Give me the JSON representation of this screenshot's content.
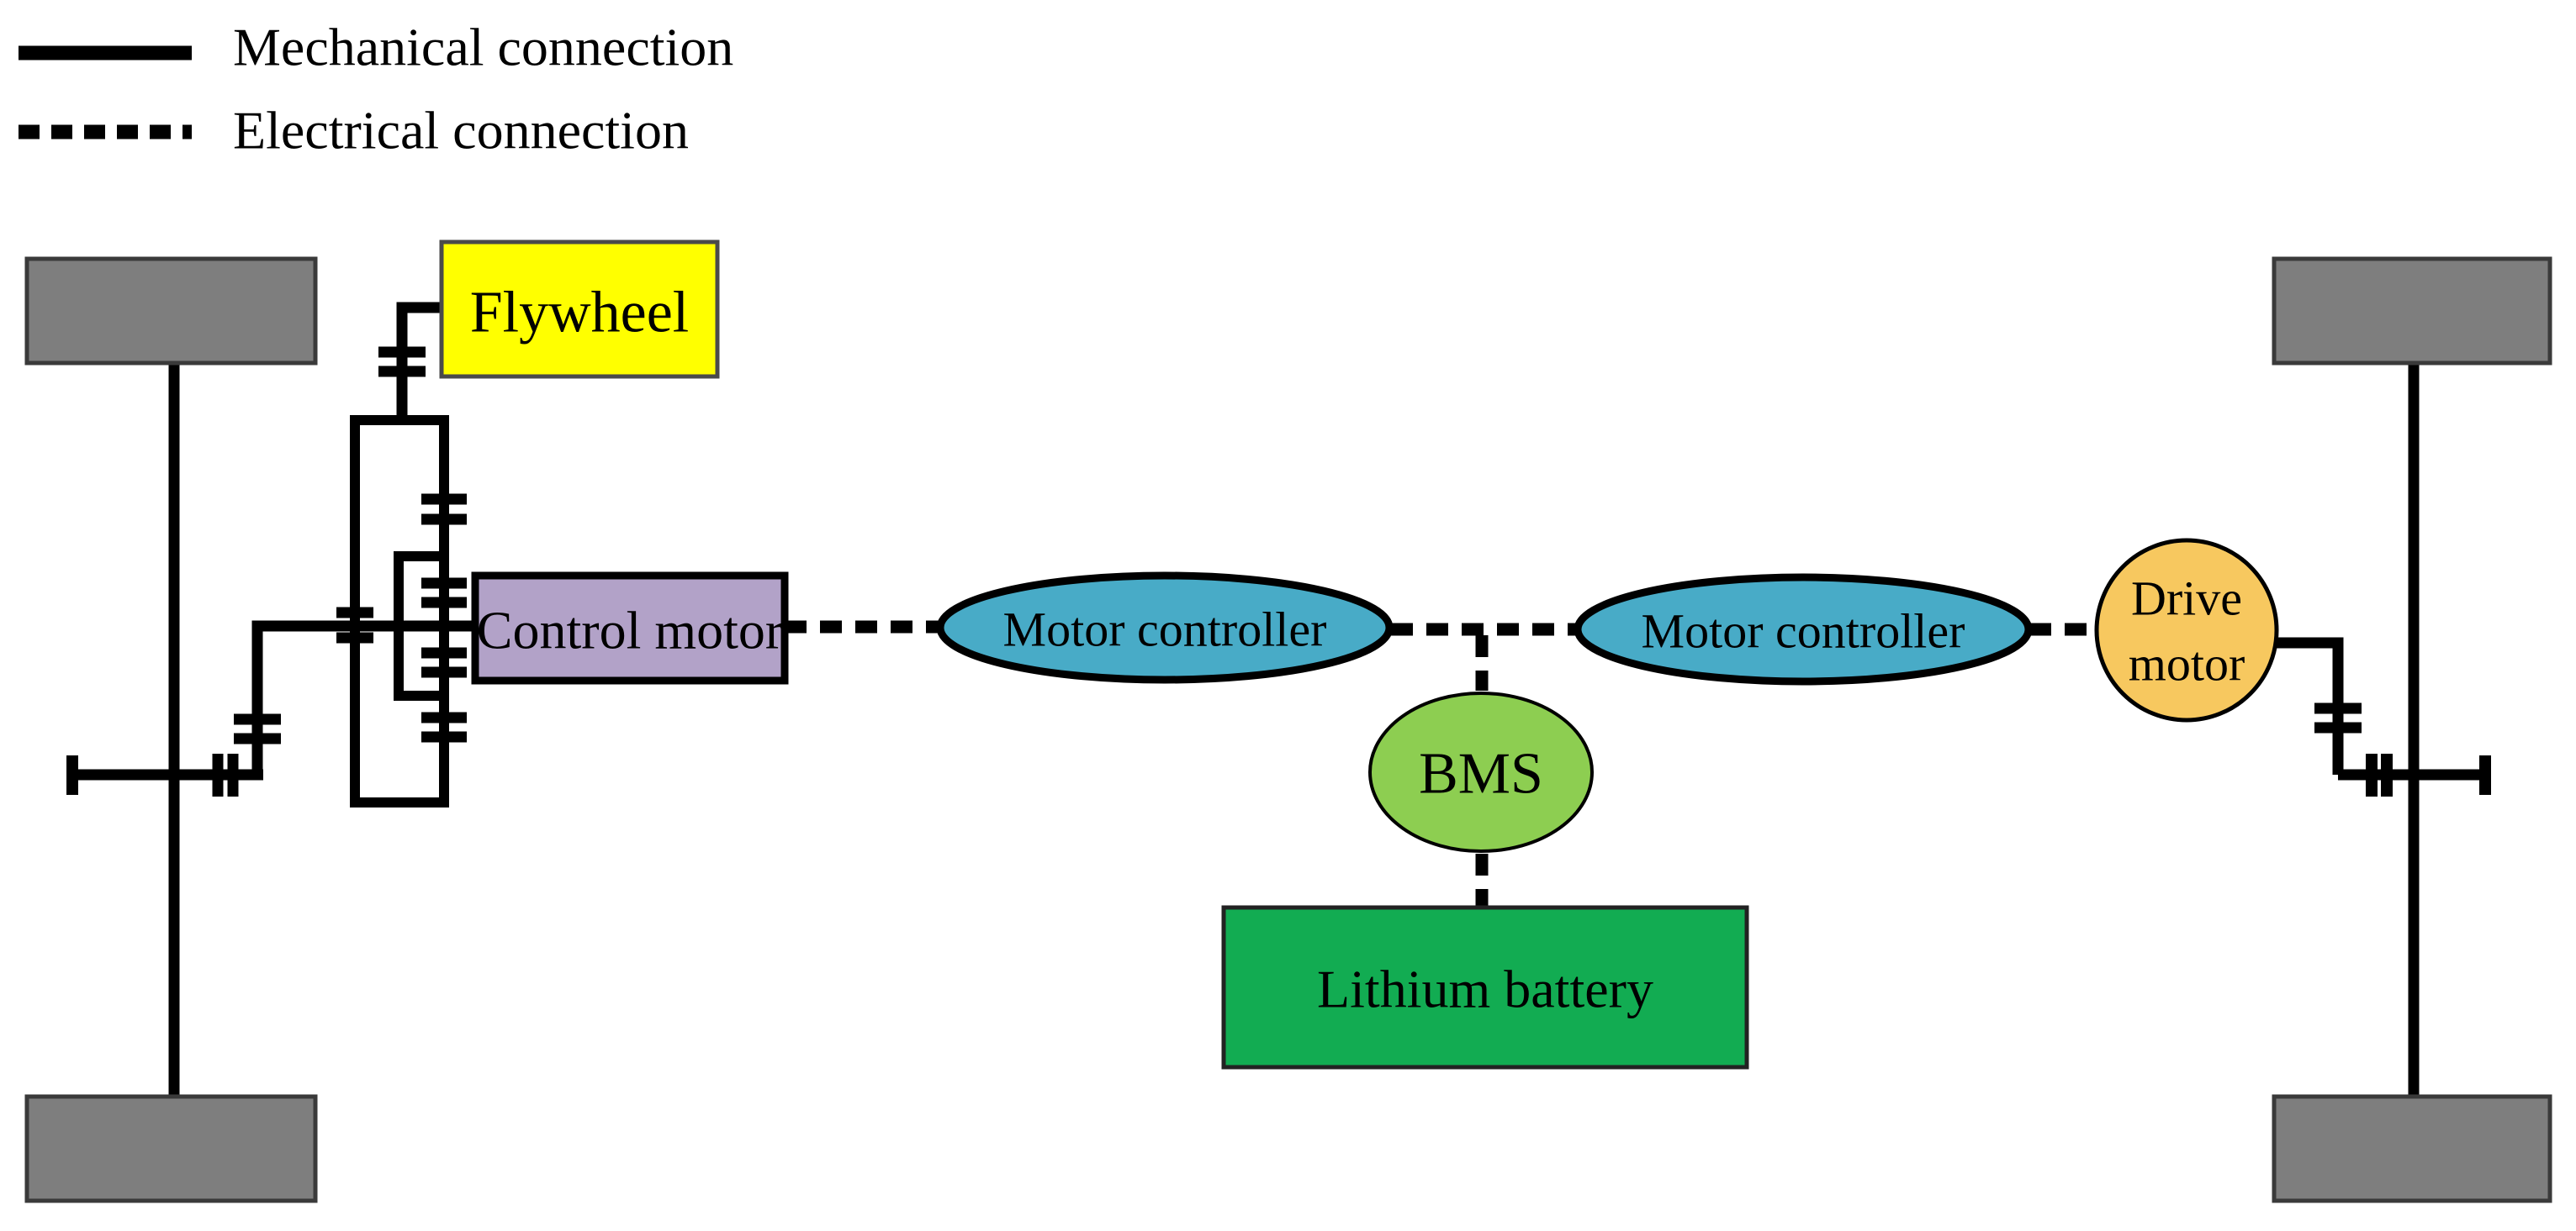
{
  "legend": {
    "mechanical_label": "Mechanical connection",
    "electrical_label": "Electrical connection"
  },
  "nodes": {
    "flywheel": {
      "label": "Flywheel",
      "fill": "#FFFF00"
    },
    "control_motor": {
      "label": "Control motor",
      "fill": "#B2A2C8"
    },
    "motor_controller_left": {
      "label": "Motor controller",
      "fill": "#48ABC7"
    },
    "motor_controller_right": {
      "label": "Motor controller",
      "fill": "#48ABC7"
    },
    "bms": {
      "label": "BMS",
      "fill": "#8DCE51"
    },
    "lithium_battery": {
      "label": "Lithium battery",
      "fill": "#12AC52"
    },
    "drive_motor": {
      "label_line1": "Drive",
      "label_line2": "motor",
      "fill": "#F7C85F"
    }
  },
  "colors": {
    "wheel_fill": "#7E7E7E",
    "wheel_stroke": "#3A3A3A",
    "line_color": "#000000",
    "background": "#FFFFFF"
  }
}
